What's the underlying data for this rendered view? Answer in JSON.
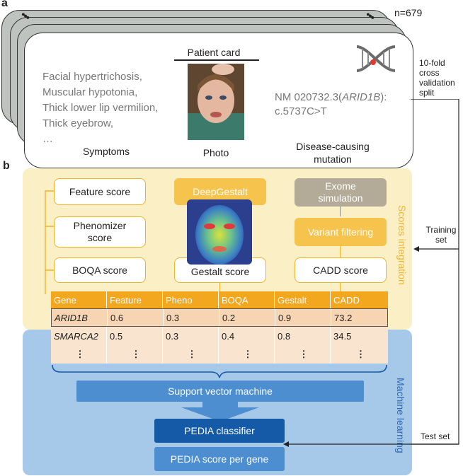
{
  "panel_a": {
    "letter": "a",
    "count_label": "n=679",
    "stack_dots_left": "•••",
    "stack_dots_right": "•••",
    "symptoms": [
      "Facial hypertrichosis,",
      "Muscular hypotonia,",
      "Thick lower lip vermilion,",
      "Thick eyebrow,",
      "…"
    ],
    "symptoms_label": "Symptoms",
    "patient_card_title": "Patient card",
    "photo_label": "Photo",
    "mutation_line1_prefix": "NM 020732.3(",
    "mutation_gene": "ARID1B",
    "mutation_line1_suffix": "):",
    "mutation_line2": "c.5737C>T",
    "mutation_label_line1": "Disease-causing",
    "mutation_label_line2": "mutation",
    "cv_split": [
      "10-fold",
      "cross",
      "validation",
      "split"
    ],
    "dna_icon": "dna-icon"
  },
  "panel_b": {
    "letter": "b",
    "feature_score": "Feature score",
    "phenomizer_score_line1": "Phenomizer",
    "phenomizer_score_line2": "score",
    "boqa_score": "BOQA score",
    "deepgestalt": "DeepGestalt",
    "gestalt_score": "Gestalt score",
    "exome_line1": "Exome",
    "exome_line2": "simulation",
    "variant_filtering": "Variant filtering",
    "cadd_score": "CADD score",
    "scores_integration": "Scores integration",
    "training_set_line1": "Training",
    "training_set_line2": "set",
    "test_set": "Test set",
    "machine_learning_line1": "Machine",
    "machine_learning_line2": "learning",
    "svm": "Support vector machine",
    "pedia_classifier": "PEDIA classifier",
    "pedia_score": "PEDIA score per gene",
    "table": {
      "headers": [
        "Gene",
        "Feature",
        "Pheno",
        "BOQA",
        "Gestalt",
        "CADD"
      ],
      "rows": [
        [
          "ARID1B",
          "0.6",
          "0.3",
          "0.2",
          "0.9",
          "73.2"
        ],
        [
          "SMARCA2",
          "0.5",
          "0.3",
          "0.4",
          "0.8",
          "34.5"
        ],
        [
          "⋮",
          "⋮",
          "⋮",
          "⋮",
          "⋮",
          "⋮"
        ]
      ]
    }
  },
  "colors": {
    "yellow_region": "#fbefc6",
    "orange_header": "#f2a71f",
    "blue_region": "#a7c9e9",
    "dark_blue": "#145aa6",
    "mid_blue": "#4d8ed1",
    "gray_card": "#bfc3c0"
  }
}
